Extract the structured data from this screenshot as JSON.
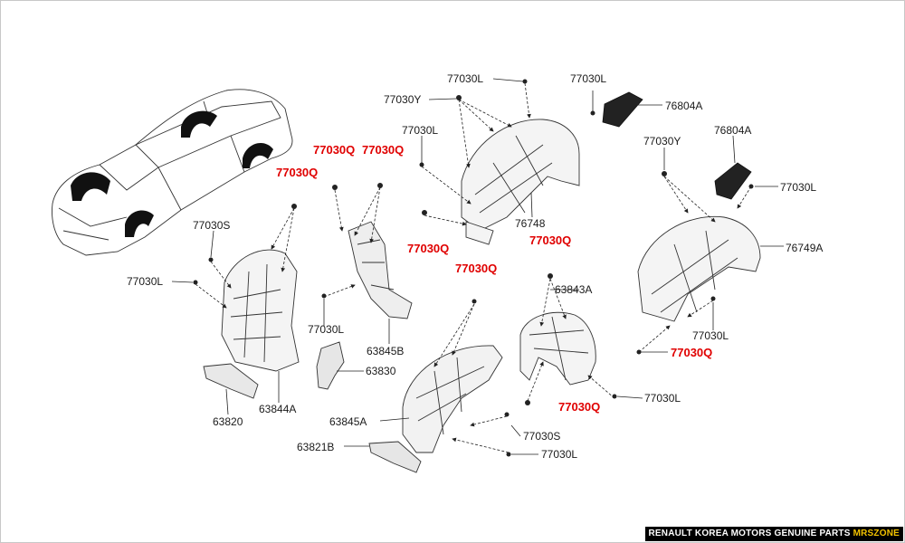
{
  "labels": {
    "l_77030L_top": "77030L",
    "l_77030L_topright": "77030L",
    "l_77030Y_top": "77030Y",
    "l_76804A_top": "76804A",
    "l_77030L_mid": "77030L",
    "l_77030Q_red1": "77030Q",
    "l_77030Q_red2": "77030Q",
    "l_77030Q_red3": "77030Q",
    "l_77030Y_right": "77030Y",
    "l_76804A_right": "76804A",
    "l_77030L_right": "77030L",
    "l_76748": "76748",
    "l_77030S_left": "77030S",
    "l_77030Q_red4": "77030Q",
    "l_77030Q_red5": "77030Q",
    "l_76749A": "76749A",
    "l_77030L_left": "77030L",
    "l_77030Q_red6": "77030Q",
    "l_63843A": "63843A",
    "l_77030L_leftmid": "77030L",
    "l_63845B": "63845B",
    "l_77030L_rightlow": "77030L",
    "l_77030Q_red7": "77030Q",
    "l_63830": "63830",
    "l_77030L_low": "77030L",
    "l_77030Q_red8": "77030Q",
    "l_63844A": "63844A",
    "l_63820": "63820",
    "l_63845A": "63845A",
    "l_77030S_low": "77030S",
    "l_63821B": "63821B",
    "l_77030L_bottom": "77030L"
  },
  "footer": {
    "text": "RENAULT KOREA MOTORS GENUINE PARTS ",
    "brand": "MRSZONE"
  },
  "colors": {
    "callout_red": "#e00000",
    "footer_bg": "#000000",
    "footer_brand": "#f2c200"
  }
}
